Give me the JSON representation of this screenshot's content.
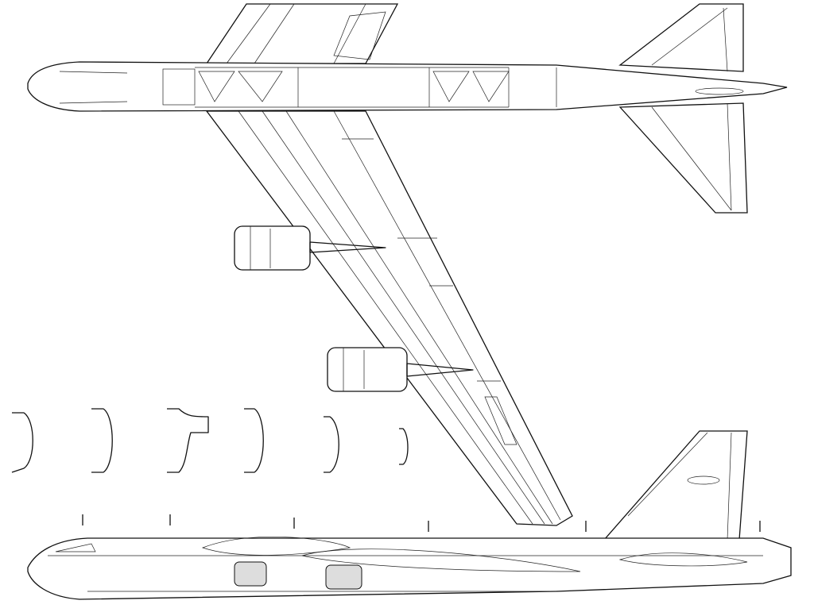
{
  "drawing": {
    "subject": "aircraft-three-view",
    "views": [
      "top-view",
      "side-view",
      "cross-sections"
    ],
    "line_color": "#111111",
    "background_color": "#ffffff"
  }
}
